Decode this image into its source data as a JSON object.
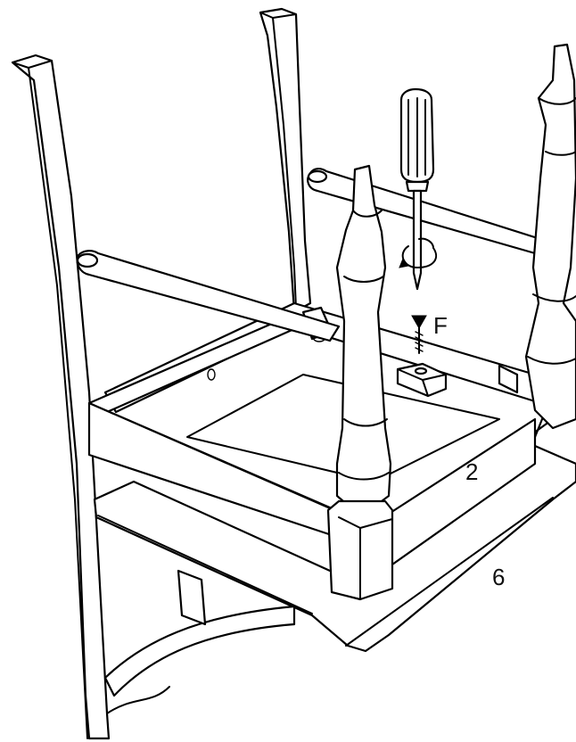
{
  "labels": {
    "screw": "F",
    "seat_rail": "2",
    "seat_panel": "6"
  }
}
